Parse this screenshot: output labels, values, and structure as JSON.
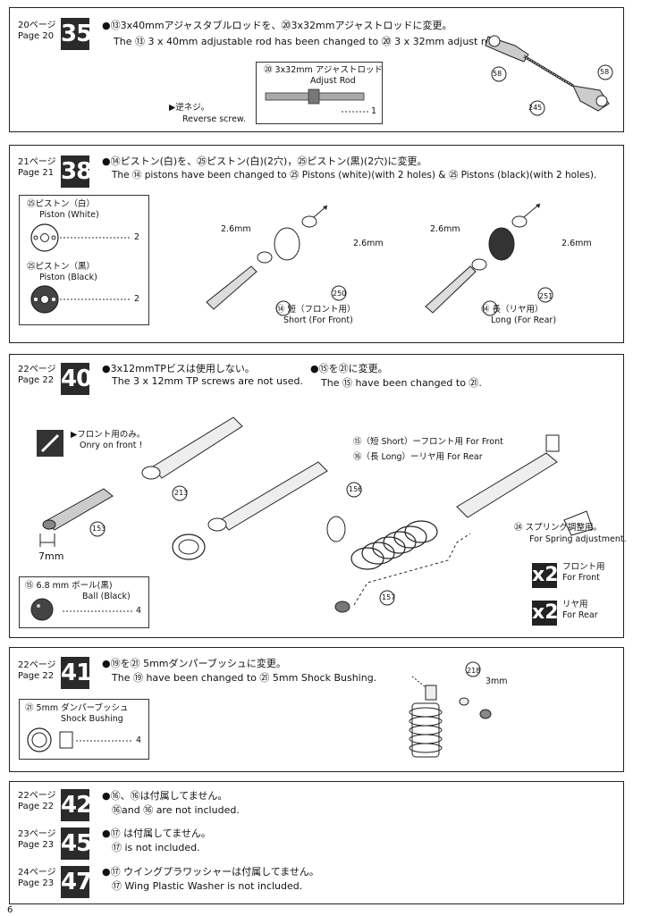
{
  "page_number": "6",
  "s35": {
    "page_jp": "20ページ",
    "page_en": "Page 20",
    "step": "35",
    "line1": "●⑬3x40mmアジャスタブルロッドを、⑳3x32mmアジャストロッドに変更。",
    "line2": "The ⑬ 3 x 40mm adjustable rod has been changed to ⑳ 3 x 32mm adjust rod.",
    "box_title_jp": "⑳ 3x32mm アジャストロッド",
    "box_title_en": "Adjust Rod",
    "reverse_jp": "▶逆ネジ。",
    "reverse_en": "Reverse screw.",
    "qty": "1",
    "callout_58a": "58",
    "callout_245": "245",
    "callout_58b": "58"
  },
  "s38": {
    "page_jp": "21ページ",
    "page_en": "Page 21",
    "step": "38",
    "line1": "●⑭ピストン(白)を、㉕ピストン(白)(2穴)，㉕ピストン(黒)(2穴)に変更。",
    "line2": "The ⑭ pistons have been changed to ㉕ Pistons (white)(with 2 holes) & ㉕ Pistons (black)(with 2 holes).",
    "white_jp": "㉕ピストン（白）",
    "white_en": "Piston (White)",
    "white_qty": "2",
    "black_jp": "㉕ピストン（黒）",
    "black_en": "Piston (Black)",
    "black_qty": "2",
    "dim_a1": "2.6mm",
    "dim_a2": "2.6mm",
    "dim_b1": "2.6mm",
    "dim_b2": "2.6mm",
    "call_250": "250",
    "call_251": "251",
    "short_jp": "⑭ 短（フロント用）",
    "short_en": "Short (For Front)",
    "long_jp": "⑭ 長（リヤ用）",
    "long_en": "Long (For Rear)"
  },
  "s40": {
    "page_jp": "22ページ",
    "page_en": "Page 22",
    "step": "40",
    "line1a": "●3x12mmTPビスは使用しない。",
    "line2a": "The 3 x 12mm TP screws are not used.",
    "line1b": "●⑮を㉑に変更。",
    "line2b": "The ⑮ have been changed to ㉑.",
    "front_only_jp": "▶フロント用のみ。",
    "front_only_en": "Onry on front !",
    "call_153": "153",
    "call_213": "213",
    "call_156": "156",
    "call_157": "157",
    "dim_7": "7mm",
    "short_label": "⑮（短 Short）ーフロント用 For Front",
    "long_label": "⑯（長 Long）ーリヤ用 For Rear",
    "spring_jp": "㉔ スプリング調整用。",
    "spring_en": "For Spring adjustment.",
    "ball_jp": "⑮ 6.8 mm ボール(黒)",
    "ball_en": "Ball (Black)",
    "ball_qty": "4",
    "x2a": "x2",
    "front_jp": "フロント用",
    "front_en": "For Front",
    "x2b": "x2",
    "rear_jp": "リヤ用",
    "rear_en": "For Rear"
  },
  "s41": {
    "page_jp": "22ページ",
    "page_en": "Page 22",
    "step": "41",
    "line1": "●⑲を㉑ 5mmダンパーブッシュに変更。",
    "line2": "The ⑲ have been changed to ㉑ 5mm Shock Bushing.",
    "box_jp": "㉑ 5mm ダンパーブッシュ",
    "box_en": "Shock Bushing",
    "qty": "4",
    "call_218": "218",
    "dim_3": "3mm"
  },
  "s42": {
    "page_jp": "22ページ",
    "page_en": "Page 22",
    "step": "42",
    "line1": "●⑯、⑯は付属してません。",
    "line2": "⑯and ⑯ are not included."
  },
  "s45": {
    "page_jp": "23ページ",
    "page_en": "Page 23",
    "step": "45",
    "line1": "●⑰ は付属してません。",
    "line2": "⑰ is not included."
  },
  "s47": {
    "page_jp": "24ページ",
    "page_en": "Page 23",
    "step": "47",
    "line1": "●⑰ ウイングプラワッシャーは付属してません。",
    "line2": "⑰ Wing Plastic Washer is not included."
  }
}
